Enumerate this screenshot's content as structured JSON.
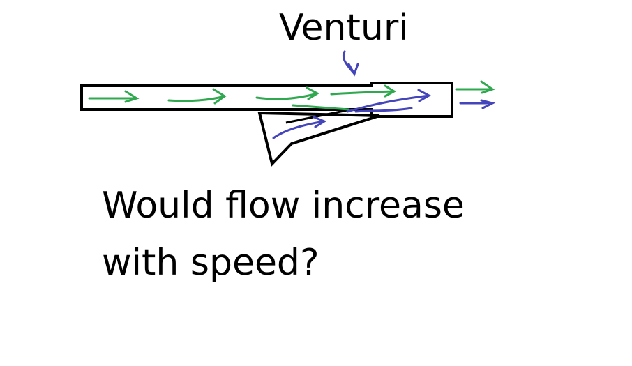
{
  "labels": {
    "venturi": "Venturi",
    "question_line1": "Would flow increase",
    "question_line2": "with speed?"
  },
  "colors": {
    "background": "#ffffff",
    "outline": "#000000",
    "main_flow": "#2fa84f",
    "venturi_flow": "#4444bb"
  }
}
